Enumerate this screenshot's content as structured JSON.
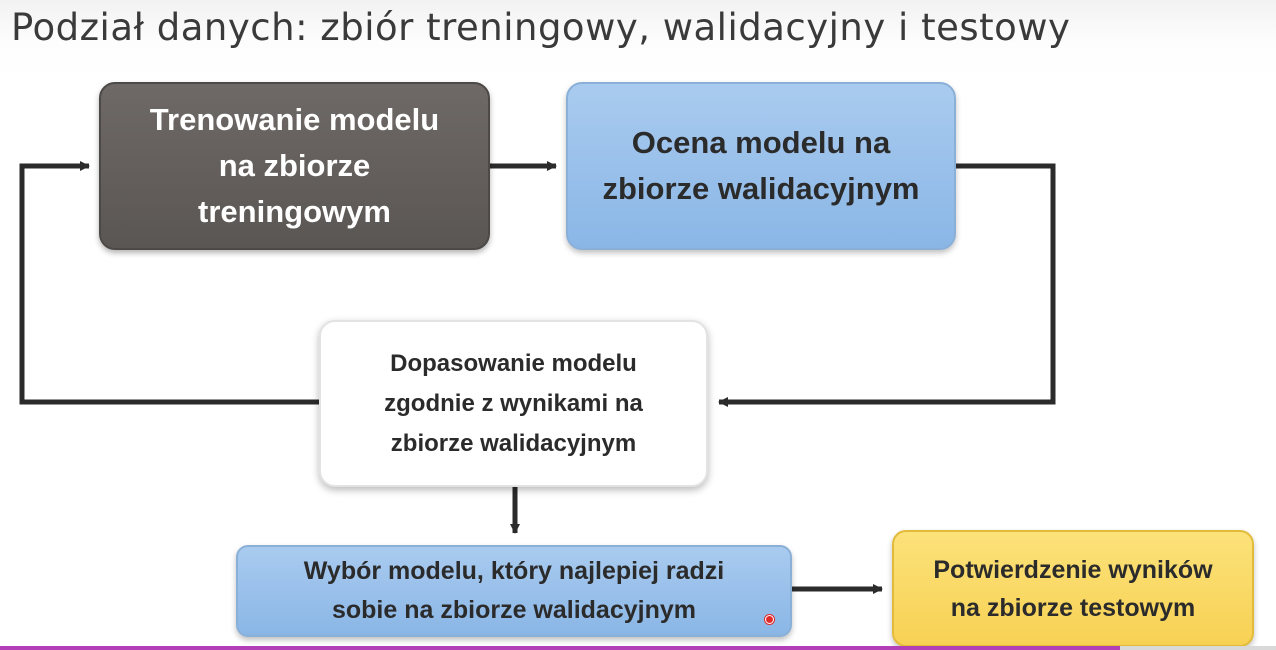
{
  "title": "Podział danych: zbiór treningowy, walidacyjny i testowy",
  "boxes": {
    "train": "Trenowanie modelu\nna zbiorze\ntreningowym",
    "eval": "Ocena modelu na\nzbiorze walidacyjnym",
    "adjust": "Dopasowanie modelu\nzgodnie z wynikami na\nzbiorze walidacyjnym",
    "select": "Wybór modelu, który najlepiej radzi\nsobie na zbiorze walidacyjnym",
    "confirm": "Potwierdzenie wyników\nna zbiorze testowym"
  },
  "colors": {
    "train_fill": "#5f5b59",
    "validation_fill": "#95bfeb",
    "adjust_fill": "#ffffff",
    "test_fill": "#f9d862",
    "connector": "#2b2b2b"
  }
}
